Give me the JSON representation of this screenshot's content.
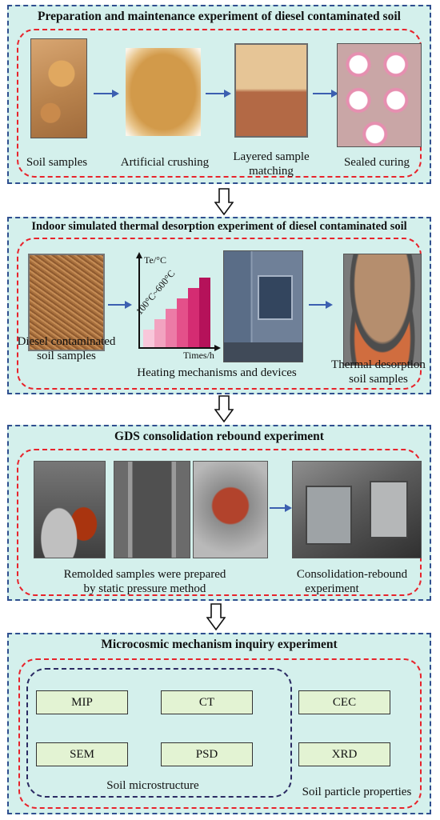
{
  "panel1": {
    "title": "Preparation and maintenance experiment of diesel contaminated soil",
    "cap_soil": "Soil samples",
    "cap_crushing": "Artificial crushing",
    "cap_layered_1": "Layered sample",
    "cap_layered_2": "matching",
    "cap_sealed": "Sealed curing"
  },
  "panel2": {
    "title": "Indoor simulated thermal desorption experiment of diesel contaminated soil",
    "cap_diesel_1": "Diesel contaminated",
    "cap_diesel_2": "soil samples",
    "cap_heating": "Heating mechanisms and devices",
    "cap_thermal_1": "Thermal desorption",
    "cap_thermal_2": "soil samples",
    "axis_y": "Te/°C",
    "axis_x": "Times/h",
    "range_label": "100°C~600°C",
    "bar_colors": [
      "#f8c7da",
      "#f2a3c0",
      "#ec7ba6",
      "#e4508a",
      "#d42c72",
      "#b5125a"
    ]
  },
  "panel3": {
    "title": "GDS consolidation rebound experiment",
    "cap_remold_1": "Remolded samples were prepared",
    "cap_remold_2": "by static pressure method",
    "cap_consol_1": "Consolidation-rebound",
    "cap_consol_2": "experiment"
  },
  "panel4": {
    "title": "Microcosmic mechanism inquiry experiment",
    "mip": "MIP",
    "ct": "CT",
    "cec": "CEC",
    "sem": "SEM",
    "psd": "PSD",
    "xrd": "XRD",
    "cap_micro": "Soil microstructure",
    "cap_particle": "Soil particle properties"
  },
  "colors": {
    "panel_bg": "#d4f0ec",
    "panel_border": "#2f4f8f",
    "inner_border": "#e8232b",
    "box_fill": "#e3f3d3",
    "arrow": "#3b5fb0"
  }
}
